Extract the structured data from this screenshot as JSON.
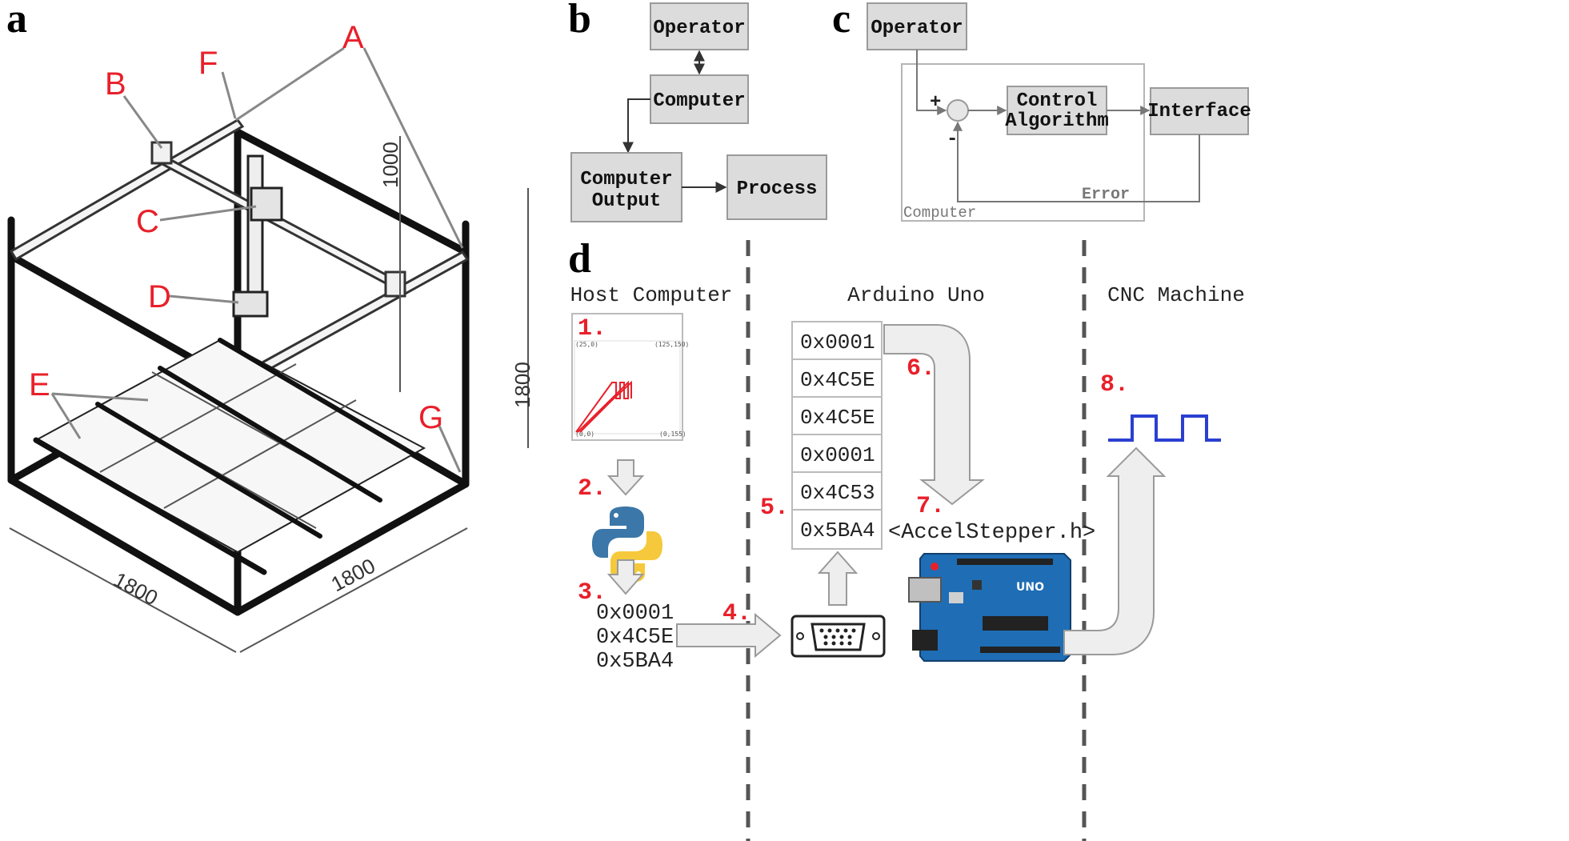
{
  "panels": {
    "a": {
      "letter": "a",
      "callouts": {
        "A": "A",
        "B": "B",
        "C": "C",
        "D": "D",
        "E": "E",
        "F": "F",
        "G": "G"
      },
      "dimensions": {
        "width": "1800",
        "depth": "1800",
        "height": "1800",
        "z_travel": "1000"
      }
    },
    "b": {
      "letter": "b",
      "operator": "Operator",
      "computer": "Computer",
      "computer_output_line1": "Computer",
      "computer_output_line2": "Output",
      "process": "Process"
    },
    "c": {
      "letter": "c",
      "operator": "Operator",
      "plus": "+",
      "minus": "-",
      "control_line1": "Control",
      "control_line2": "Algorithm",
      "interface": "Interface",
      "error": "Error",
      "computer": "Computer"
    },
    "d": {
      "letter": "d",
      "host_header": "Host Computer",
      "arduino_header": "Arduino Uno",
      "cnc_header": "CNC Machine",
      "steps": [
        "1.",
        "2.",
        "3.",
        "4.",
        "5.",
        "6.",
        "7.",
        "8."
      ],
      "buffer": [
        "0x0001",
        "0x4C5E",
        "0x4C5E",
        "0x0001",
        "0x4C53",
        "0x5BA4"
      ],
      "host_codes": [
        "0x0001",
        "0x4C5E",
        "0x5BA4"
      ],
      "library": "<AccelStepper.h>",
      "plot_labels": {
        "top_left": "(25,0)",
        "top_right": "(125,150)",
        "bottom_left": "(0,0)",
        "bottom_right": "(0,155)"
      },
      "board_label": "UNO"
    }
  },
  "colors": {
    "callout": "#e8202a",
    "box_fill": "#dcdcdc",
    "signal": "#2a3fd1",
    "board": "#1e6db5"
  }
}
